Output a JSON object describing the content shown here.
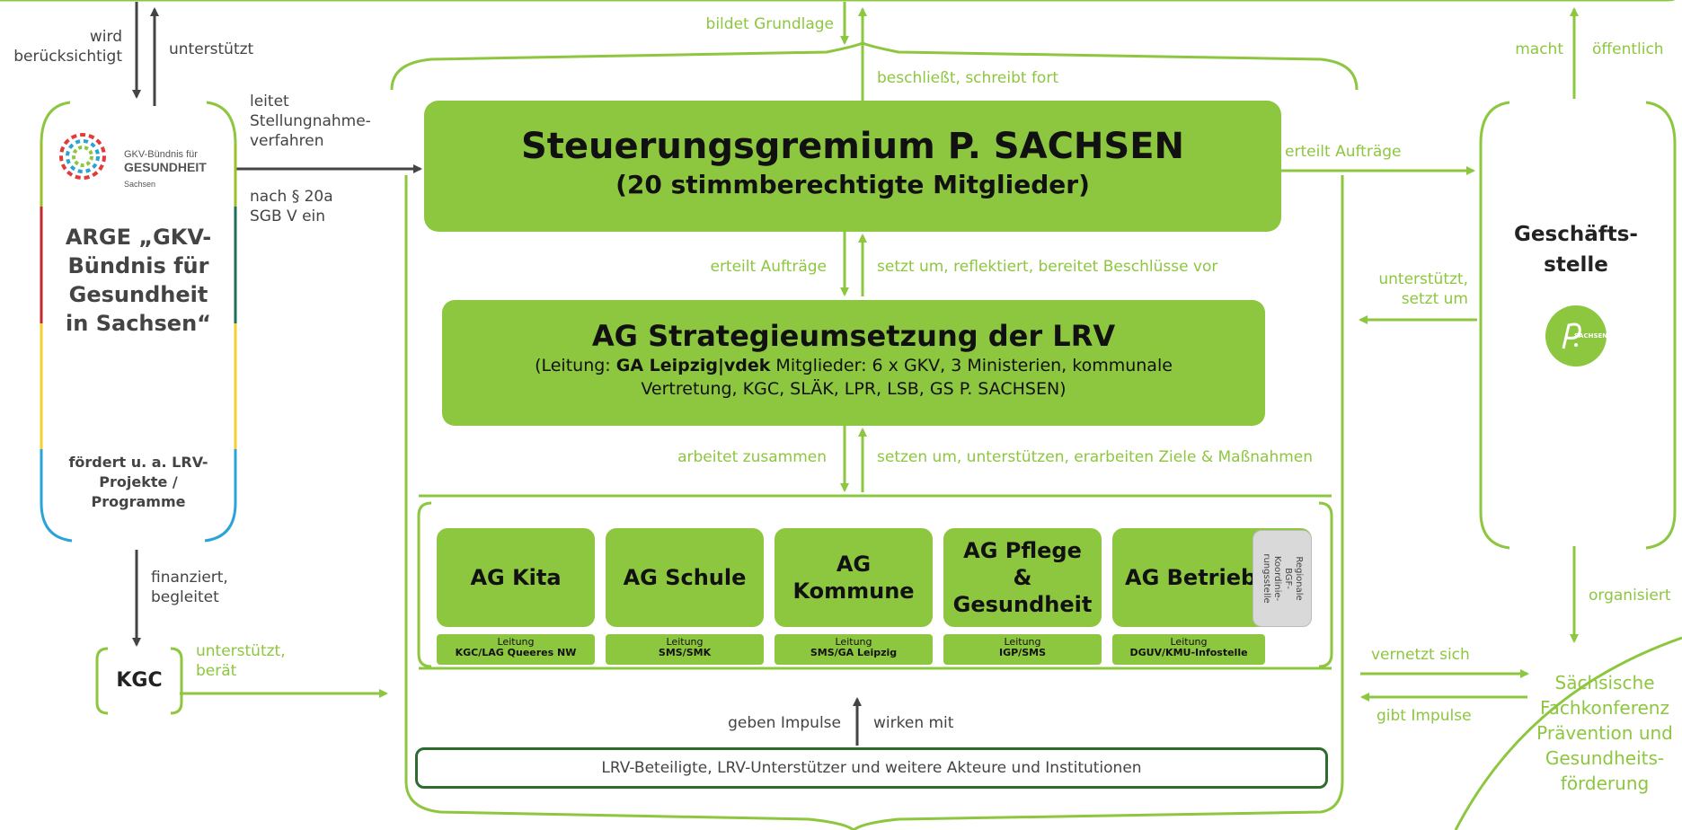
{
  "top_left": {
    "wird": "wird berücksichtigt",
    "unterstuetzt": "unterstützt"
  },
  "top_center": {
    "grundlage": "bildet Grundlage",
    "beschliesst": "beschließt, schreibt fort"
  },
  "top_right": {
    "macht": "macht",
    "oeffentlich": "öffentlich"
  },
  "arge": {
    "logo_line1": "GKV-Bündnis für",
    "logo_line2": "GESUNDHEIT",
    "logo_line3": "Sachsen",
    "title": "ARGE „GKV-Bündnis für Gesundheit in Sachsen“",
    "promotes": "fördert u. a. LRV-Projekte / Programme"
  },
  "arge_arrow": {
    "label": "leitet Stellungnahme-verfahren",
    "note": "nach § 20a SGB V ein"
  },
  "steering": {
    "title": "Steuerungsgremium P. SACHSEN",
    "subtitle": "(20 stimmberechtigte Mitglieder)"
  },
  "mid_labels": {
    "erteilt_left": "erteilt Aufträge",
    "setzt_um": "setzt um, reflektiert, bereitet Beschlüsse vor",
    "erteilt_right": "erteilt Aufträge",
    "unterstuetzt_setzt": "unterstützt, setzt um",
    "arbeitet": "arbeitet zusammen",
    "setzen_um": "setzen um, unterstützen, erarbeiten Ziele & Maßnahmen"
  },
  "ag_strategy": {
    "title": "AG Strategieumsetzung der LRV",
    "lead_prefix": "(Leitung: ",
    "lead_bold": "GA Leipzig|vdek",
    "lead_rest": " Mitglieder: 6 x GKV, 3 Ministerien, kommunale",
    "line2": "Vertretung, KGC, SLÄK, LPR, LSB, GS P. SACHSEN)"
  },
  "office": {
    "title": "Geschäfts-stelle",
    "logo_text": "SACHSEN"
  },
  "working_groups": [
    {
      "name": "AG Kita",
      "lead_label": "Leitung",
      "lead": "KGC/LAG Queeres NW"
    },
    {
      "name": "AG Schule",
      "lead_label": "Leitung",
      "lead": "SMS/SMK"
    },
    {
      "name": "AG Kommune",
      "lead_label": "Leitung",
      "lead": "SMS/GA Leipzig"
    },
    {
      "name": "AG Pflege & Gesundheit",
      "lead_label": "Leitung",
      "lead": "IGP/SMS"
    },
    {
      "name": "AG Betrieb",
      "lead_label": "Leitung",
      "lead": "DGUV/KMU-Infostelle"
    }
  ],
  "regional": "Regionale BGF-Koordinie-rungsstelle",
  "kgc": {
    "name": "KGC",
    "finanziert": "finanziert, begleitet",
    "unterstuetzt": "unterstützt, berät"
  },
  "bottom": {
    "geben": "geben Impulse",
    "wirken": "wirken mit",
    "participants": "LRV-Beteiligte, LRV-Unterstützer und weitere Akteure und Institutionen"
  },
  "conference": {
    "organisiert": "organisiert",
    "vernetzt": "vernetzt sich",
    "gibt": "gibt Impulse",
    "name": "Sächsische Fachkonferenz Prävention und Gesundheits-förderung"
  },
  "colors": {
    "green": "#8dc63f",
    "dark": "#444444"
  }
}
